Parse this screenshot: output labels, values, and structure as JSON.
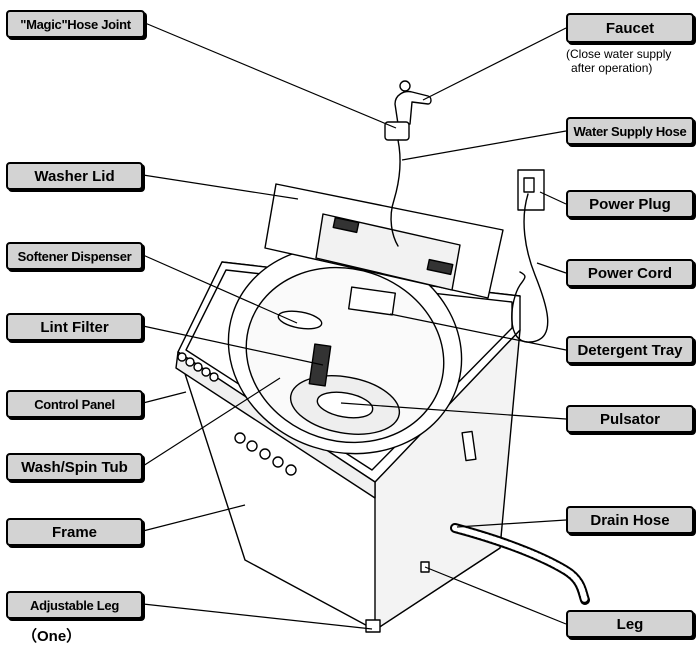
{
  "labels": {
    "magic_hose_joint": "\"Magic\"Hose Joint",
    "washer_lid": "Washer Lid",
    "softener_dispenser": "Softener Dispenser",
    "lint_filter": "Lint Filter",
    "control_panel": "Control Panel",
    "wash_spin_tub": "Wash/Spin Tub",
    "frame": "Frame",
    "adjustable_leg": "Adjustable Leg",
    "adjustable_leg_note": "（One）",
    "faucet": "Faucet",
    "faucet_note_line1": "(Close water supply",
    "faucet_note_line2": "after operation)",
    "water_supply_hose": "Water Supply Hose",
    "power_plug": "Power Plug",
    "power_cord": "Power Cord",
    "detergent_tray": "Detergent Tray",
    "pulsator": "Pulsator",
    "drain_hose": "Drain Hose",
    "leg": "Leg"
  },
  "colors": {
    "label_fill": "#d3d3d3",
    "line": "#000000",
    "machine_fill": "#ffffff"
  }
}
